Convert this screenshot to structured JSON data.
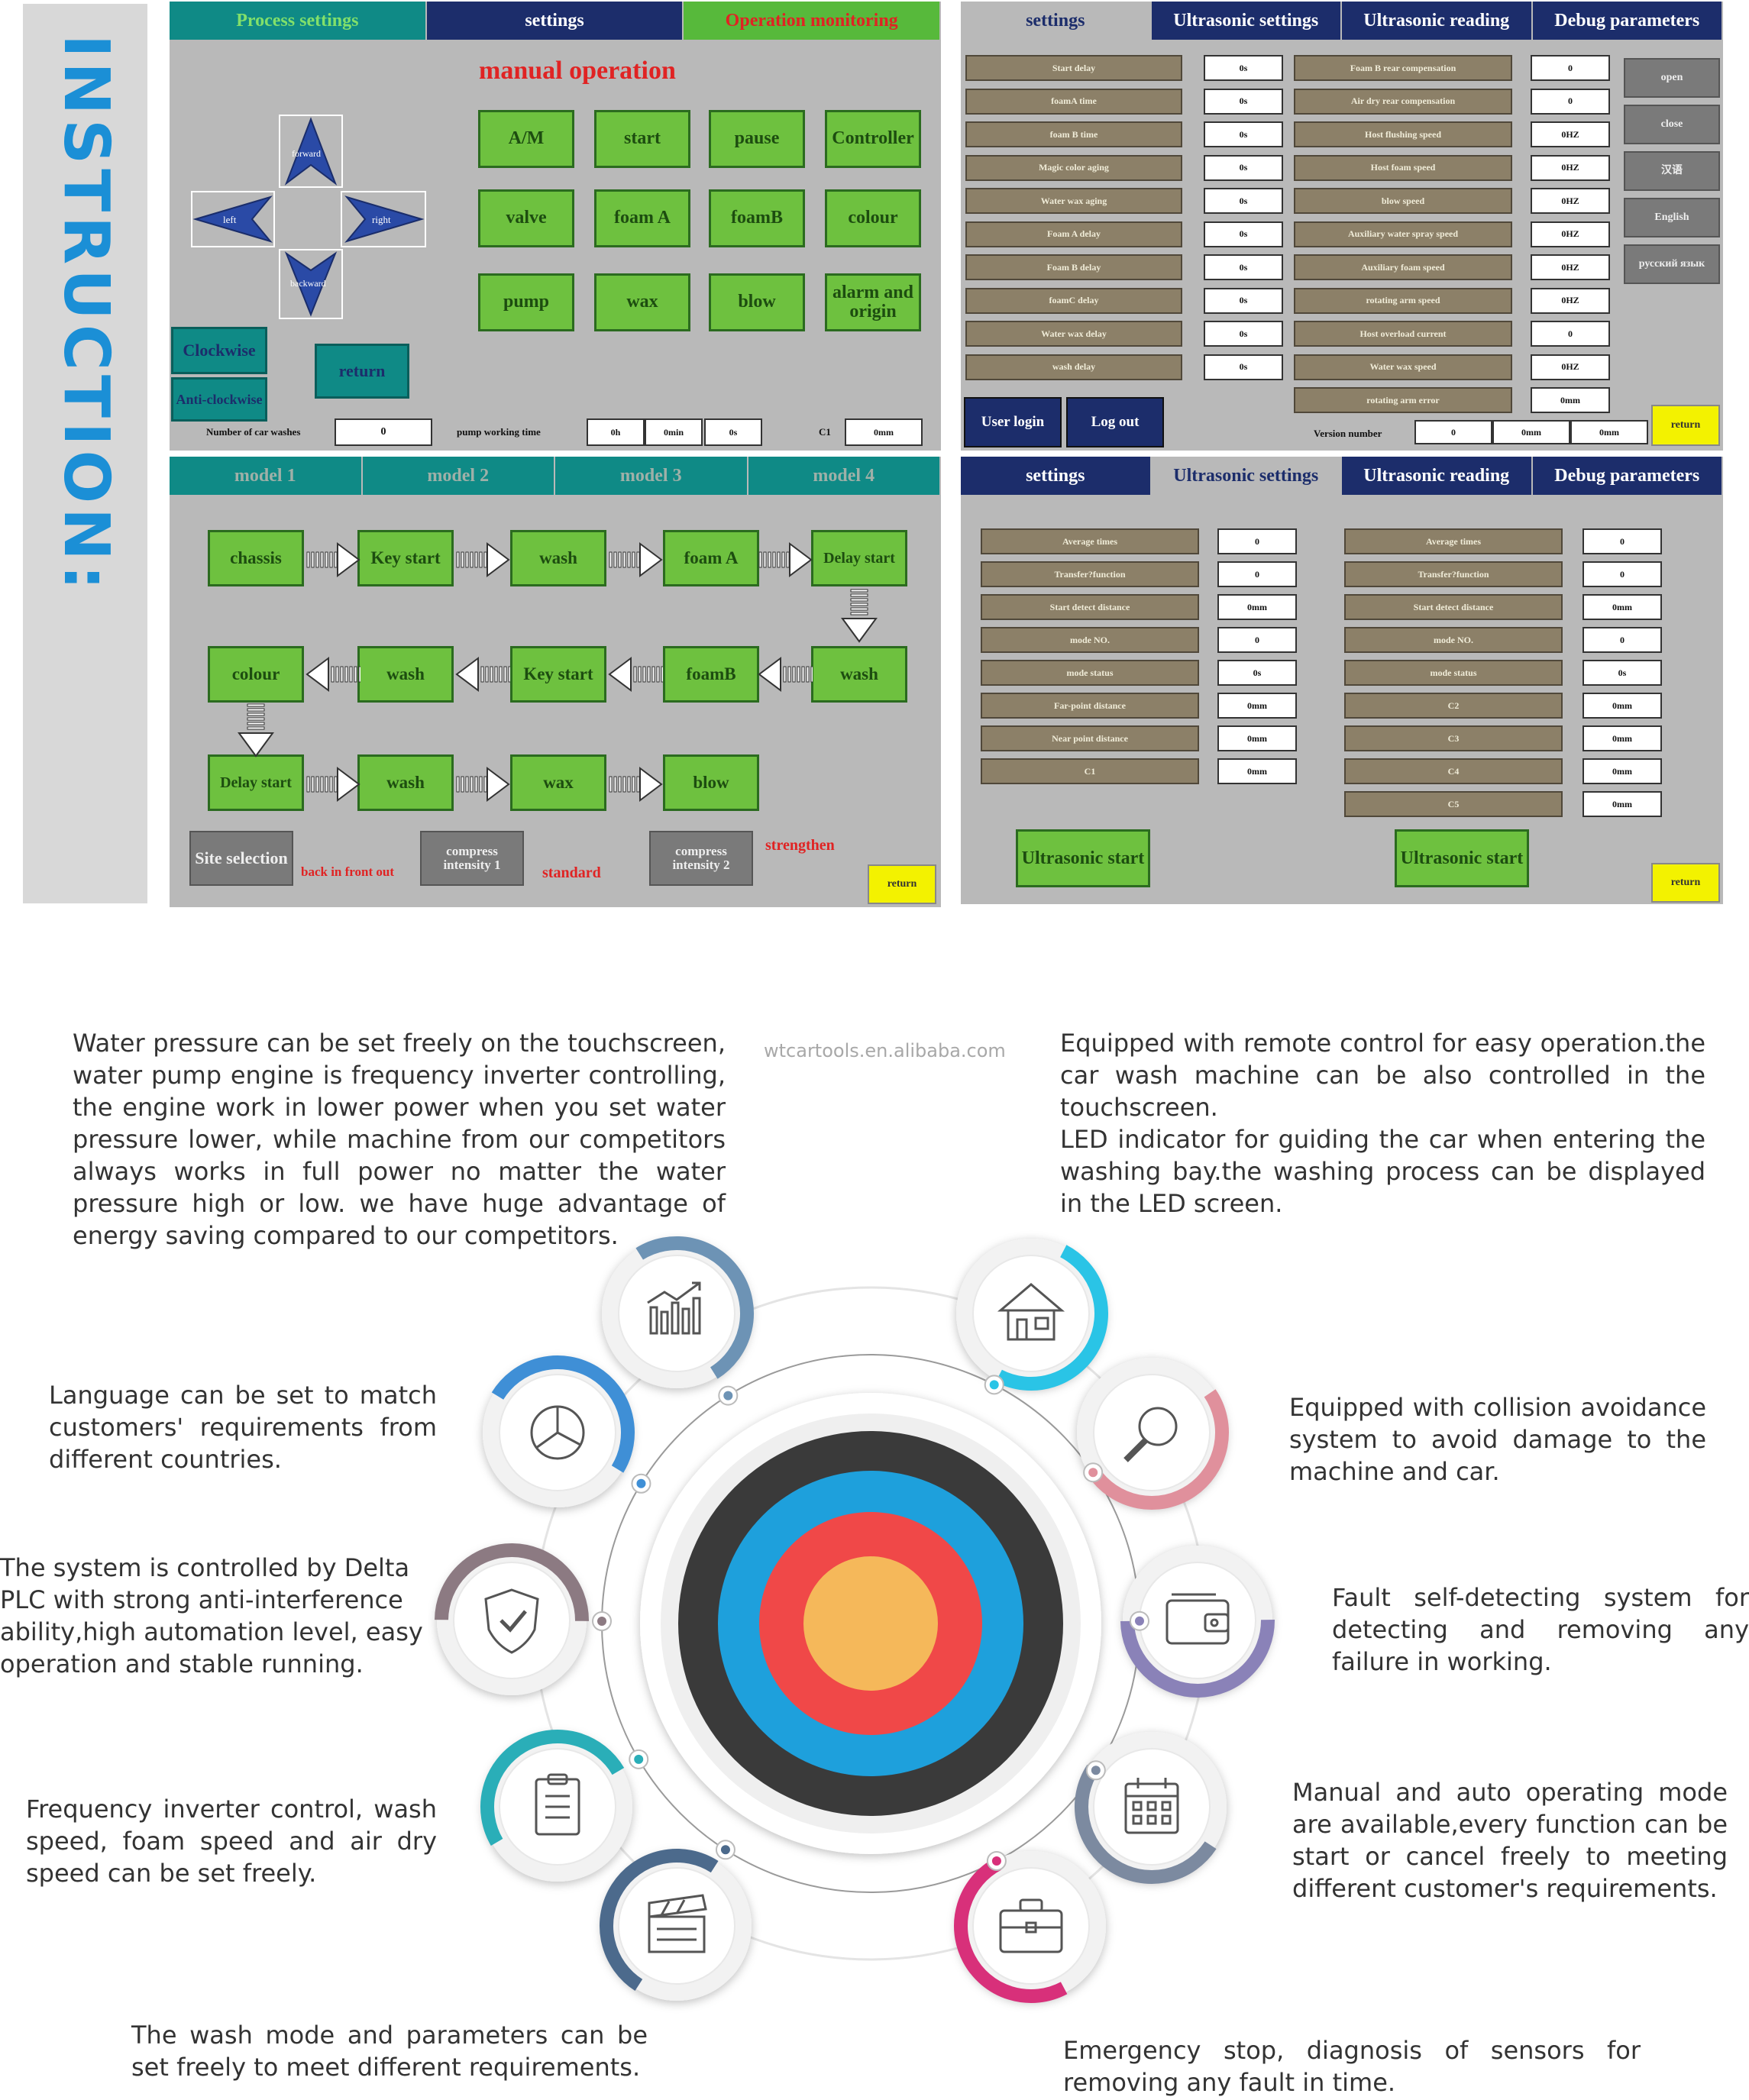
{
  "heading": "INSTRUCTION:",
  "watermark": "wtcartools.en.alibaba.com",
  "p1": {
    "tabs": [
      "Process settings",
      "settings",
      "Operation monitoring"
    ],
    "title": "manual operation",
    "dir": {
      "up": "forward",
      "left": "left",
      "right": "right",
      "down": "backward"
    },
    "buttons": [
      "A/M",
      "start",
      "pause",
      "Controller",
      "valve",
      "foam A",
      "foamB",
      "colour",
      "pump",
      "wax",
      "blow",
      "alarm and origin"
    ],
    "clockwise": "Clockwise",
    "anticlockwise": "Anti-clockwise",
    "return": "return",
    "washes_label": "Number of car washes",
    "washes_val": "0",
    "pump_label": "pump working time",
    "pump_h": "0h",
    "pump_min": "0min",
    "pump_s": "0s",
    "c1_label": "C1",
    "c1_val": "0mm"
  },
  "p2": {
    "tabs": [
      "settings",
      "Ultrasonic settings",
      "Ultrasonic reading",
      "Debug parameters"
    ],
    "left": [
      {
        "l": "Start delay",
        "v": "0s"
      },
      {
        "l": "foamA time",
        "v": "0s"
      },
      {
        "l": "foam B time",
        "v": "0s"
      },
      {
        "l": "Magic color aging",
        "v": "0s"
      },
      {
        "l": "Water wax aging",
        "v": "0s"
      },
      {
        "l": "Foam A delay",
        "v": "0s"
      },
      {
        "l": "Foam B delay",
        "v": "0s"
      },
      {
        "l": "foamC delay",
        "v": "0s"
      },
      {
        "l": "Water wax delay",
        "v": "0s"
      },
      {
        "l": "wash delay",
        "v": "0s"
      }
    ],
    "right": [
      {
        "l": "Foam B rear compensation",
        "v": "0"
      },
      {
        "l": "Air dry rear compensation",
        "v": "0"
      },
      {
        "l": "Host flushing speed",
        "v": "0HZ"
      },
      {
        "l": "Host foam speed",
        "v": "0HZ"
      },
      {
        "l": "blow speed",
        "v": "0HZ"
      },
      {
        "l": "Auxiliary water spray speed",
        "v": "0HZ"
      },
      {
        "l": "Auxiliary foam speed",
        "v": "0HZ"
      },
      {
        "l": "rotating arm speed",
        "v": "0HZ"
      },
      {
        "l": "Host overload current",
        "v": "0"
      },
      {
        "l": "Water wax speed",
        "v": "0HZ"
      },
      {
        "l": "rotating arm error",
        "v": "0mm"
      }
    ],
    "side": [
      "open",
      "close",
      "汉语",
      "English",
      "русский язык"
    ],
    "user_login": "User login",
    "log_out": "Log out",
    "version_label": "Version number",
    "version_vals": [
      "0",
      "0mm",
      "0mm"
    ],
    "return": "return"
  },
  "p3": {
    "tabs": [
      "model 1",
      "model 2",
      "model 3",
      "model 4"
    ],
    "row1": [
      "chassis",
      "Key start",
      "wash",
      "foam A",
      "Delay start"
    ],
    "row2": [
      "colour",
      "wash",
      "Key start",
      "foamB",
      "wash"
    ],
    "row3": [
      "Delay start",
      "wash",
      "wax",
      "blow"
    ],
    "site": "Site selection",
    "back": "back in front out",
    "ci1": "compress intensity 1",
    "standard": "standard",
    "ci2": "compress intensity 2",
    "strengthen": "strengthen",
    "return": "return"
  },
  "p4": {
    "tabs": [
      "settings",
      "Ultrasonic settings",
      "Ultrasonic reading",
      "Debug parameters"
    ],
    "left": [
      {
        "l": "Average times",
        "v": "0"
      },
      {
        "l": "Transfer?function",
        "v": "0"
      },
      {
        "l": "Start detect distance",
        "v": "0mm"
      },
      {
        "l": "mode NO.",
        "v": "0"
      },
      {
        "l": "mode status",
        "v": "0s"
      },
      {
        "l": "Far-point distance",
        "v": "0mm"
      },
      {
        "l": "Near point distance",
        "v": "0mm"
      },
      {
        "l": "C1",
        "v": "0mm"
      }
    ],
    "right": [
      {
        "l": "Average times",
        "v": "0"
      },
      {
        "l": "Transfer?function",
        "v": "0"
      },
      {
        "l": "Start detect distance",
        "v": "0mm"
      },
      {
        "l": "mode NO.",
        "v": "0"
      },
      {
        "l": "mode status",
        "v": "0s"
      },
      {
        "l": "C2",
        "v": "0mm"
      },
      {
        "l": "C3",
        "v": "0mm"
      },
      {
        "l": "C4",
        "v": "0mm"
      },
      {
        "l": "C5",
        "v": "0mm"
      }
    ],
    "us_start": "Ultrasonic start",
    "return": "return"
  },
  "features": {
    "top_left": "Water pressure can be set freely on the touchscreen, water pump engine is frequency inverter controlling, the engine work in lower power when you set water pressure lower, while machine from our competitors always works in full power no matter the water pressure high or low. we have huge advantage of energy saving compared to our competitors.",
    "top_right_1": "Equipped with remote control for easy operation.the car wash machine can be also controlled in the touchscreen.",
    "top_right_2": "LED indicator for guiding the car when entering the washing bay.the washing process can be displayed in the LED screen.",
    "language": "Language can be set to match customers' requirements from different countries.",
    "collision": "Equipped with collision avoidance system to avoid damage to the machine and car.",
    "plc": "The system is controlled by Delta PLC with strong anti-interference ability,high automation level, easy operation and stable running.",
    "fault": "Fault self-detecting system for detecting and removing any failure in working.",
    "inverter": "Frequency inverter control, wash speed, foam speed and air dry speed can be set freely.",
    "mode": "Manual and auto operating mode are available,every function can be start or cancel freely to meeting different customer's requirements.",
    "wash_mode": "The wash mode and parameters can be set freely to meet different requirements.",
    "emergency": "Emergency stop, diagnosis of sensors for removing any fault in time."
  },
  "colors": {
    "target_outer": "#3a3a3a",
    "target_blue": "#1ea0dc",
    "target_red": "#f04848",
    "target_center": "#f5b85a",
    "button_green": "#6ec13f",
    "tab_navy": "#1c2d6b",
    "tab_teal": "#0f8a86",
    "heading_blue": "#1b8fd6"
  }
}
